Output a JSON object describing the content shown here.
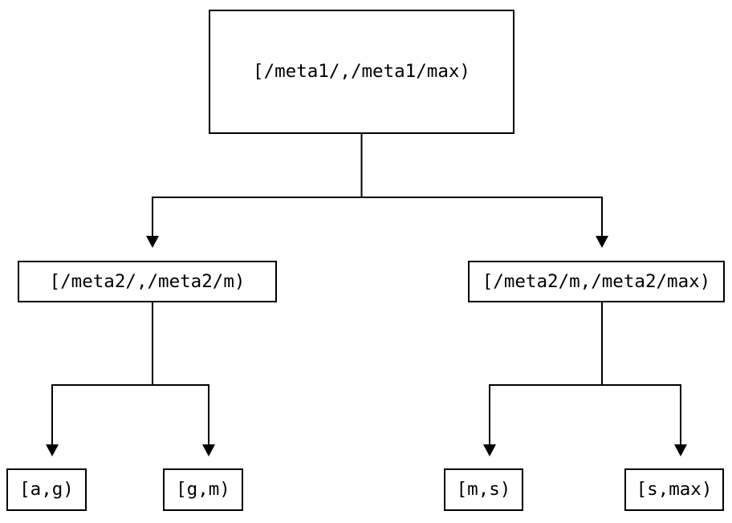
{
  "colors": {
    "background": "#ffffff",
    "node_fill": "#ffffff",
    "stroke": "#000000",
    "text": "#000000"
  },
  "tree": {
    "root": {
      "label": "[/meta1/,/meta1/max)"
    },
    "children": [
      {
        "label": "[/meta2/,/meta2/m)",
        "children": [
          {
            "label": "[a,g)"
          },
          {
            "label": "[g,m)"
          }
        ]
      },
      {
        "label": "[/meta2/m,/meta2/max)",
        "children": [
          {
            "label": "[m,s)"
          },
          {
            "label": "[s,max)"
          }
        ]
      }
    ]
  }
}
